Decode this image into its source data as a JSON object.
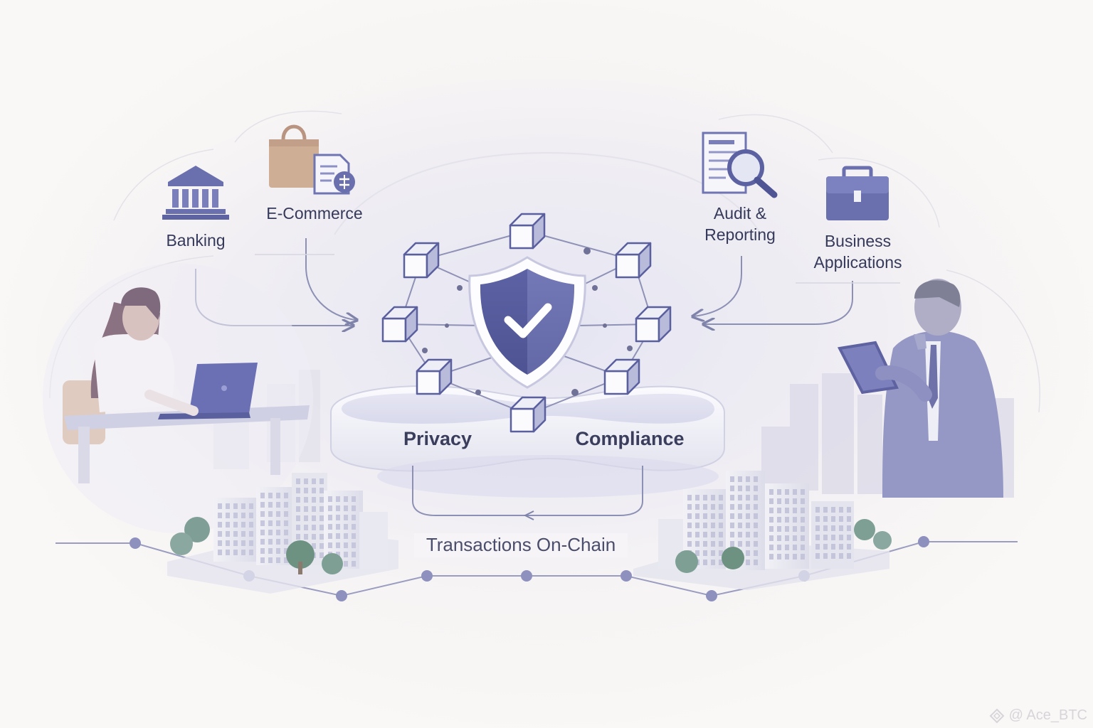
{
  "sources": {
    "banking": "Banking",
    "ecommerce": "E-Commerce",
    "audit_line1": "Audit &",
    "audit_line2": "Reporting",
    "business_line1": "Business",
    "business_line2": "Applications"
  },
  "platform": {
    "privacy": "Privacy",
    "compliance": "Compliance"
  },
  "ledger": {
    "label": "Transactions On-Chain"
  },
  "watermark": "@ Ace_BTC",
  "icons": {
    "banking": "bank-building-icon",
    "ecommerce": "shopping-bag-icon",
    "invoice": "invoice-document-icon",
    "audit": "magnifier-document-icon",
    "business": "briefcase-icon",
    "core": "shield-check-icon",
    "nodes": "blockchain-cube-icon"
  },
  "colors": {
    "primary": "#5a5f9e",
    "secondary": "#8c90c4",
    "accent_bag": "#c9a68e",
    "text": "#35395a",
    "background": "#f8f6f4"
  }
}
